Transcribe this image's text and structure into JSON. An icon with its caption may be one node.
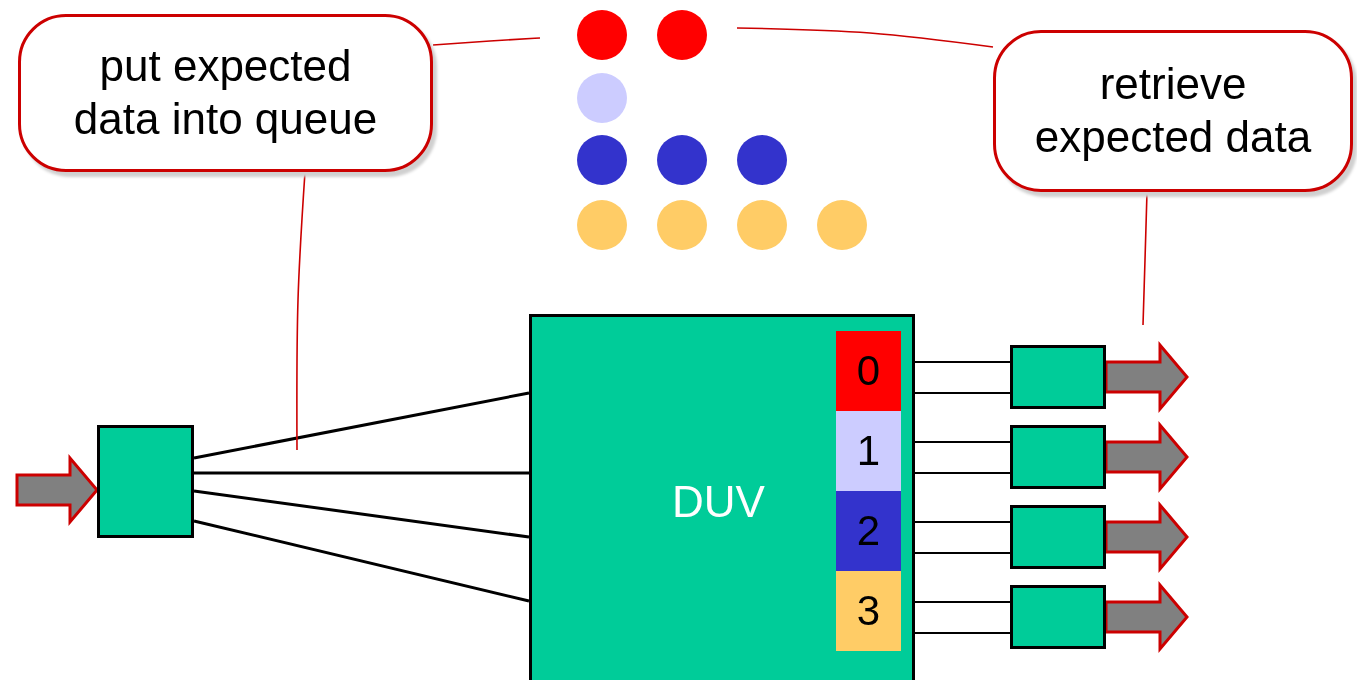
{
  "diagram": {
    "nodes": [
      {
        "text": [
          "put expected data into queue"
        ]
      },
      {
        "text": [
          "retrieve expected data"
        ]
      },
      {
        "text": [
          "DUV"
        ]
      },
      {
        "text": [
          "0"
        ],
        "in": 2
      },
      {
        "text": [
          "1"
        ],
        "in": 2
      },
      {
        "text": [
          "2"
        ],
        "in": 2
      },
      {
        "text": [
          "3"
        ],
        "in": 2
      },
      {
        "text": [],
        "shape": "box"
      },
      {
        "text": [],
        "shape": "box"
      },
      {
        "text": [],
        "shape": "box"
      },
      {
        "text": [],
        "shape": "box"
      },
      {
        "text": [],
        "shape": "box"
      }
    ],
    "edges": [
      {
        "from": null,
        "to": 7,
        "arrow": "to",
        "style": "thick",
        "color": "#808080"
      },
      {
        "from": 7,
        "to": 2,
        "arrow": "none"
      },
      {
        "from": 7,
        "to": 2,
        "arrow": "none"
      },
      {
        "from": 7,
        "to": 2,
        "arrow": "none"
      },
      {
        "from": 7,
        "to": 2,
        "arrow": "none"
      },
      {
        "from": 2,
        "to": 8,
        "arrow": "none"
      },
      {
        "from": 2,
        "to": 8,
        "arrow": "none"
      },
      {
        "from": 2,
        "to": 9,
        "arrow": "none"
      },
      {
        "from": 2,
        "to": 9,
        "arrow": "none"
      },
      {
        "from": 2,
        "to": 10,
        "arrow": "none"
      },
      {
        "from": 2,
        "to": 10,
        "arrow": "none"
      },
      {
        "from": 2,
        "to": 11,
        "arrow": "none"
      },
      {
        "from": 2,
        "to": 11,
        "arrow": "none"
      },
      {
        "from": 8,
        "to": null,
        "arrow": "to",
        "style": "thick",
        "color": "#808080"
      },
      {
        "from": 9,
        "to": null,
        "arrow": "to",
        "style": "thick",
        "color": "#808080"
      },
      {
        "from": 10,
        "to": null,
        "arrow": "to",
        "style": "thick",
        "color": "#808080"
      },
      {
        "from": 11,
        "to": null,
        "arrow": "to",
        "style": "thick",
        "color": "#808080"
      },
      {
        "from": 0,
        "to": null,
        "arrow": "none",
        "color": "#cc0000"
      },
      {
        "from": 0,
        "to": null,
        "arrow": "none",
        "color": "#cc0000"
      },
      {
        "from": 1,
        "to": null,
        "arrow": "none",
        "color": "#cc0000"
      },
      {
        "from": 1,
        "to": null,
        "arrow": "none",
        "color": "#cc0000"
      }
    ]
  }
}
